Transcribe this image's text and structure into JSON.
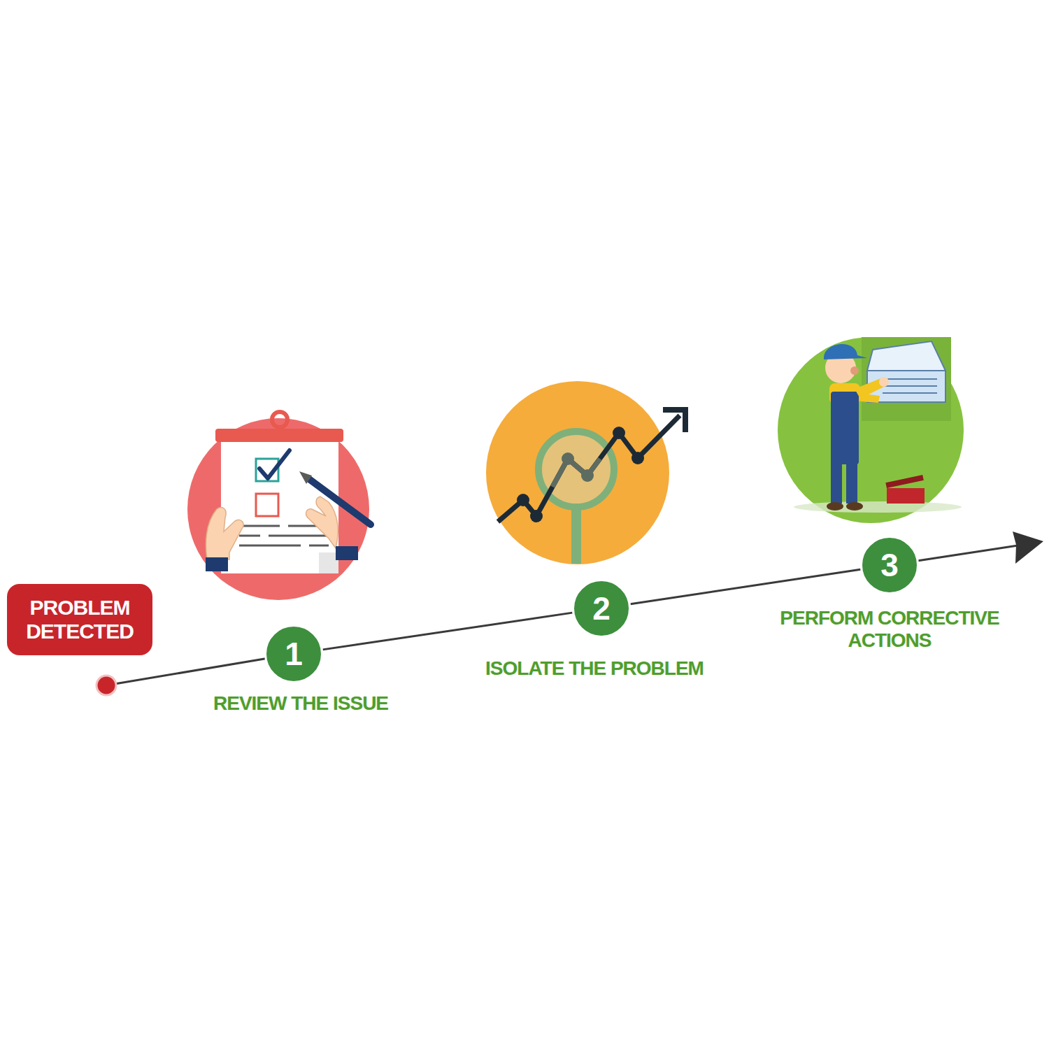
{
  "diagram": {
    "nodes": [
      {
        "text": [
          "PROBLEM DETECTED"
        ]
      },
      {
        "text": [
          "1",
          "REVIEW THE ISSUE"
        ]
      },
      {
        "text": [
          "2",
          "ISOLATE THE PROBLEM"
        ]
      },
      {
        "text": [
          "3",
          "PERFORM CORRECTIVE ACTIONS"
        ]
      }
    ],
    "edges": [
      {
        "from": 1,
        "to": 2,
        "arrow": "none"
      },
      {
        "from": 2,
        "to": 3,
        "arrow": "none"
      }
    ]
  }
}
